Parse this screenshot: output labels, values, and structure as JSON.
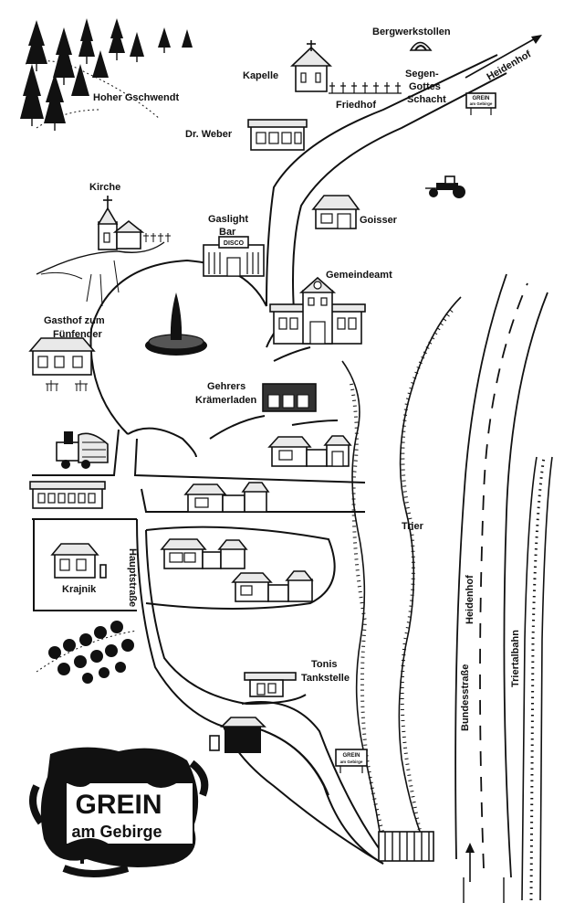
{
  "labels": {
    "bergwerkstollen": "Bergwerkstollen",
    "kapelle": "Kapelle",
    "segen1": "Segen-",
    "segen2": "Gottes",
    "segen3": "Schacht",
    "friedhof": "Friedhof",
    "heidenhof": "Heidenhof",
    "hoher_gschwendt": "Hoher Gschwendt",
    "dr_weber": "Dr. Weber",
    "kirche": "Kirche",
    "gaslight1": "Gaslight",
    "gaslight2": "Bar",
    "disco": "DISCO",
    "goisser": "Goisser",
    "gemeindeamt": "Gemeindeamt",
    "gasthof1": "Gasthof zum",
    "gasthof2": "Fünfender",
    "gehrers1": "Gehrers",
    "gehrers2": "Krämerladen",
    "trier": "Trier",
    "hauptstrasse": "Hauptstraße",
    "krajnik": "Krajnik",
    "tonis1": "Tonis",
    "tonis2": "Tankstelle",
    "bundesstrasse": "Bundesstraße",
    "heidenhof_road": "Heidenhof",
    "trietalbahn": "Triertalbahn"
  },
  "signs": {
    "small_top_line1": "GREIN",
    "small_top_line2": "am Gebirge",
    "small_bottom_line1": "GREIN",
    "small_bottom_line2": "am Gebirge",
    "big_line1": "GREIN",
    "big_line2": "am Gebirge"
  },
  "colors": {
    "ink": "#111111",
    "paper": "#ffffff",
    "shade": "#e9e9e9"
  }
}
